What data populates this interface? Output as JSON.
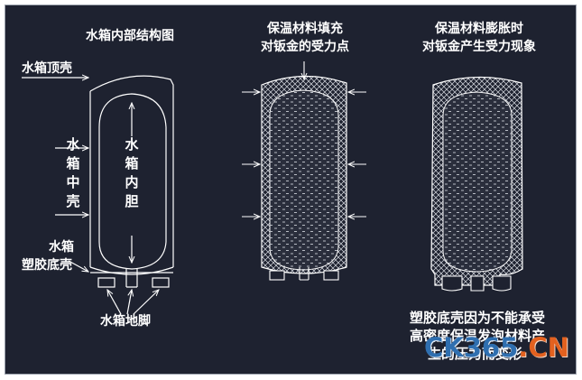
{
  "labels": {
    "diagram1_title": "水箱内部结构图",
    "diagram2_title_line1": "保温材料填充",
    "diagram2_title_line2": "对钣金的受力点",
    "diagram3_title_line1": "保温材料膨胀时",
    "diagram3_title_line2": "对钣金产生受力现象",
    "top_shell": "水箱顶壳",
    "middle_shell": "水箱中壳",
    "inner_tank": "水箱内胆",
    "plastic_base_line1": "水箱",
    "plastic_base_line2": "塑胶底壳",
    "feet": "水箱地脚",
    "note_line1": "塑胶底壳因为不能承受",
    "note_line2": "高密度保温发泡材料产",
    "note_line3": "生的压力而变形"
  },
  "watermark": {
    "part1": "CK365",
    "part2": ".CN"
  },
  "colors": {
    "background": "#1e2230",
    "line": "#ffffff",
    "watermark_blue": "#2f6fb0",
    "watermark_orange": "#e3611f"
  }
}
